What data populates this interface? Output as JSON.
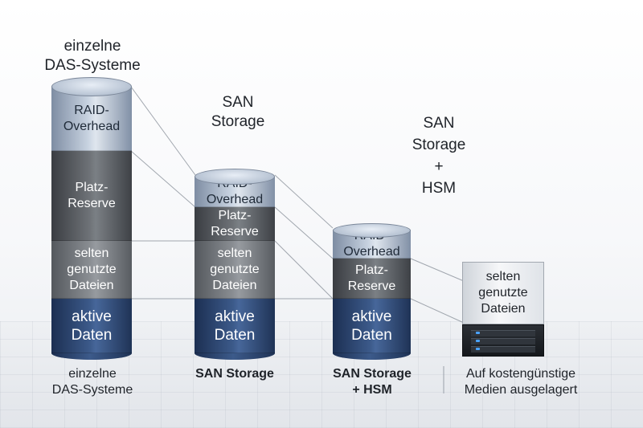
{
  "top_labels": {
    "das": [
      "einzelne",
      "DAS-Systeme"
    ],
    "san": [
      "SAN",
      "Storage"
    ],
    "hsm": [
      "SAN",
      "Storage",
      "+",
      "HSM"
    ]
  },
  "columns": {
    "das": {
      "raid": [
        "RAID-",
        "Overhead"
      ],
      "platz": [
        "Platz-",
        "Reserve"
      ],
      "selten": [
        "selten",
        "genutzte",
        "Dateien"
      ],
      "aktiv": [
        "aktive",
        "Daten"
      ]
    },
    "san": {
      "raid": [
        "RAID-",
        "Overhead"
      ],
      "platz": [
        "Platz-",
        "Reserve"
      ],
      "selten": [
        "selten",
        "genutzte",
        "Dateien"
      ],
      "aktiv": [
        "aktive",
        "Daten"
      ]
    },
    "hsm": {
      "raid": [
        "RAID-",
        "Overhead"
      ],
      "platz": [
        "Platz-",
        "Reserve"
      ],
      "aktiv": [
        "aktive",
        "Daten"
      ]
    }
  },
  "server": {
    "text": [
      "selten",
      "genutzte",
      "Dateien"
    ]
  },
  "bottom_labels": {
    "das": [
      "einzelne",
      "DAS-Systeme"
    ],
    "san": [
      "SAN Storage"
    ],
    "hsm": [
      "SAN Storage",
      "+ HSM"
    ],
    "ausgelagert": [
      "Auf kostengünstige",
      "Medien ausgelagert"
    ]
  },
  "colors": {
    "raid": "#b7c3d3",
    "platz": "#5a5e63",
    "selten": "#7d8186",
    "aktiv": "#35507d",
    "rack": "#15181c",
    "led": "#4aa3ff"
  }
}
